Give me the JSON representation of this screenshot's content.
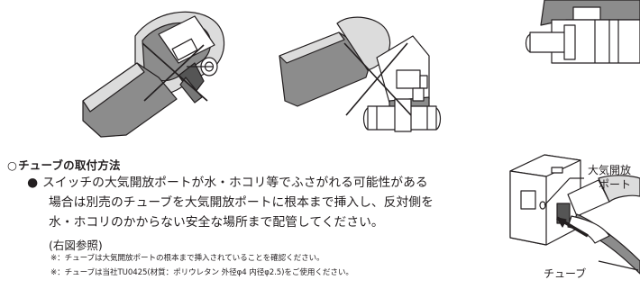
{
  "heading": {
    "mark": "○",
    "title": "チューブの取付方法"
  },
  "bullet": {
    "mark": "●",
    "lines": [
      "スイッチの大気開放ポートが水・ホコリ等でふさがれる可能性がある",
      "場合は別売のチューブを大気開放ポートに根本まで挿入し、反対側を",
      "水・ホコリのかからない安全な場所まで配管してください。"
    ]
  },
  "reference": "(右図参照)",
  "notes": [
    "※：チューブは大気開放ポートの根本まで挿入されていることを確認ください。",
    "※：チューブは当社TU0425(材質：ポリウレタン 外径φ4 内径φ2.5)をご使用ください。"
  ],
  "figure_labels": {
    "port_line1": "大気開放",
    "port_line2": "ポート",
    "tube": "チューブ"
  },
  "colors": {
    "ink": "#231f20",
    "fill_gray": "#8c8c8c",
    "light_gray": "#dcdcdc"
  }
}
